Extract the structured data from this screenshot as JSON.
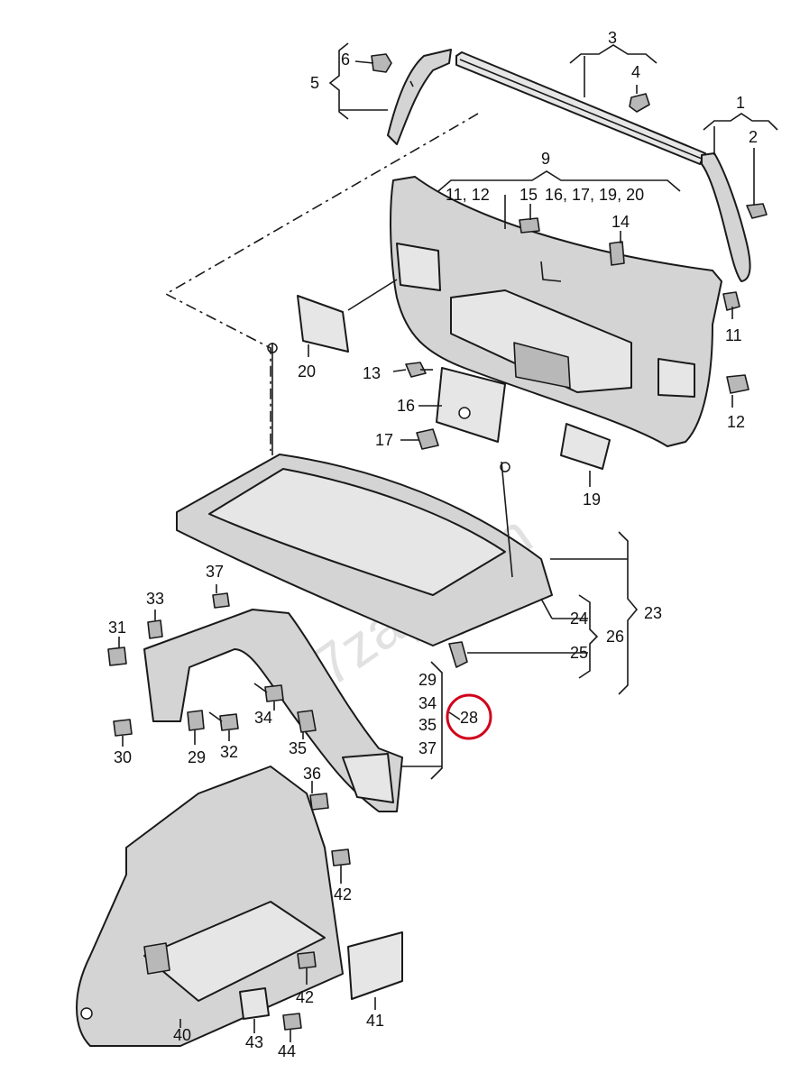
{
  "watermark": "7zap.com",
  "highlight_color": "#d0021b",
  "highlighted_callout": "28",
  "callouts": {
    "c1": "1",
    "c2": "2",
    "c3": "3",
    "c4": "4",
    "c5": "5",
    "c6": "6",
    "c9": "9",
    "c11_12": "11, 12",
    "c15": "15",
    "c16_20": "16, 17, 19, 20",
    "c14": "14",
    "c11": "11",
    "c12": "12",
    "c13": "13",
    "c16": "16",
    "c17": "17",
    "c19": "19",
    "c20": "20",
    "c23": "23",
    "c24": "24",
    "c25": "25",
    "c26": "26",
    "c28": "28",
    "c29a": "29",
    "c34a": "34",
    "c35a": "35",
    "c37a": "37",
    "c29": "29",
    "c30": "30",
    "c31": "31",
    "c32": "32",
    "c33": "33",
    "c34": "34",
    "c35": "35",
    "c36": "36",
    "c37": "37",
    "c40": "40",
    "c41": "41",
    "c42a": "42",
    "c42b": "42",
    "c43": "43",
    "c44": "44"
  }
}
